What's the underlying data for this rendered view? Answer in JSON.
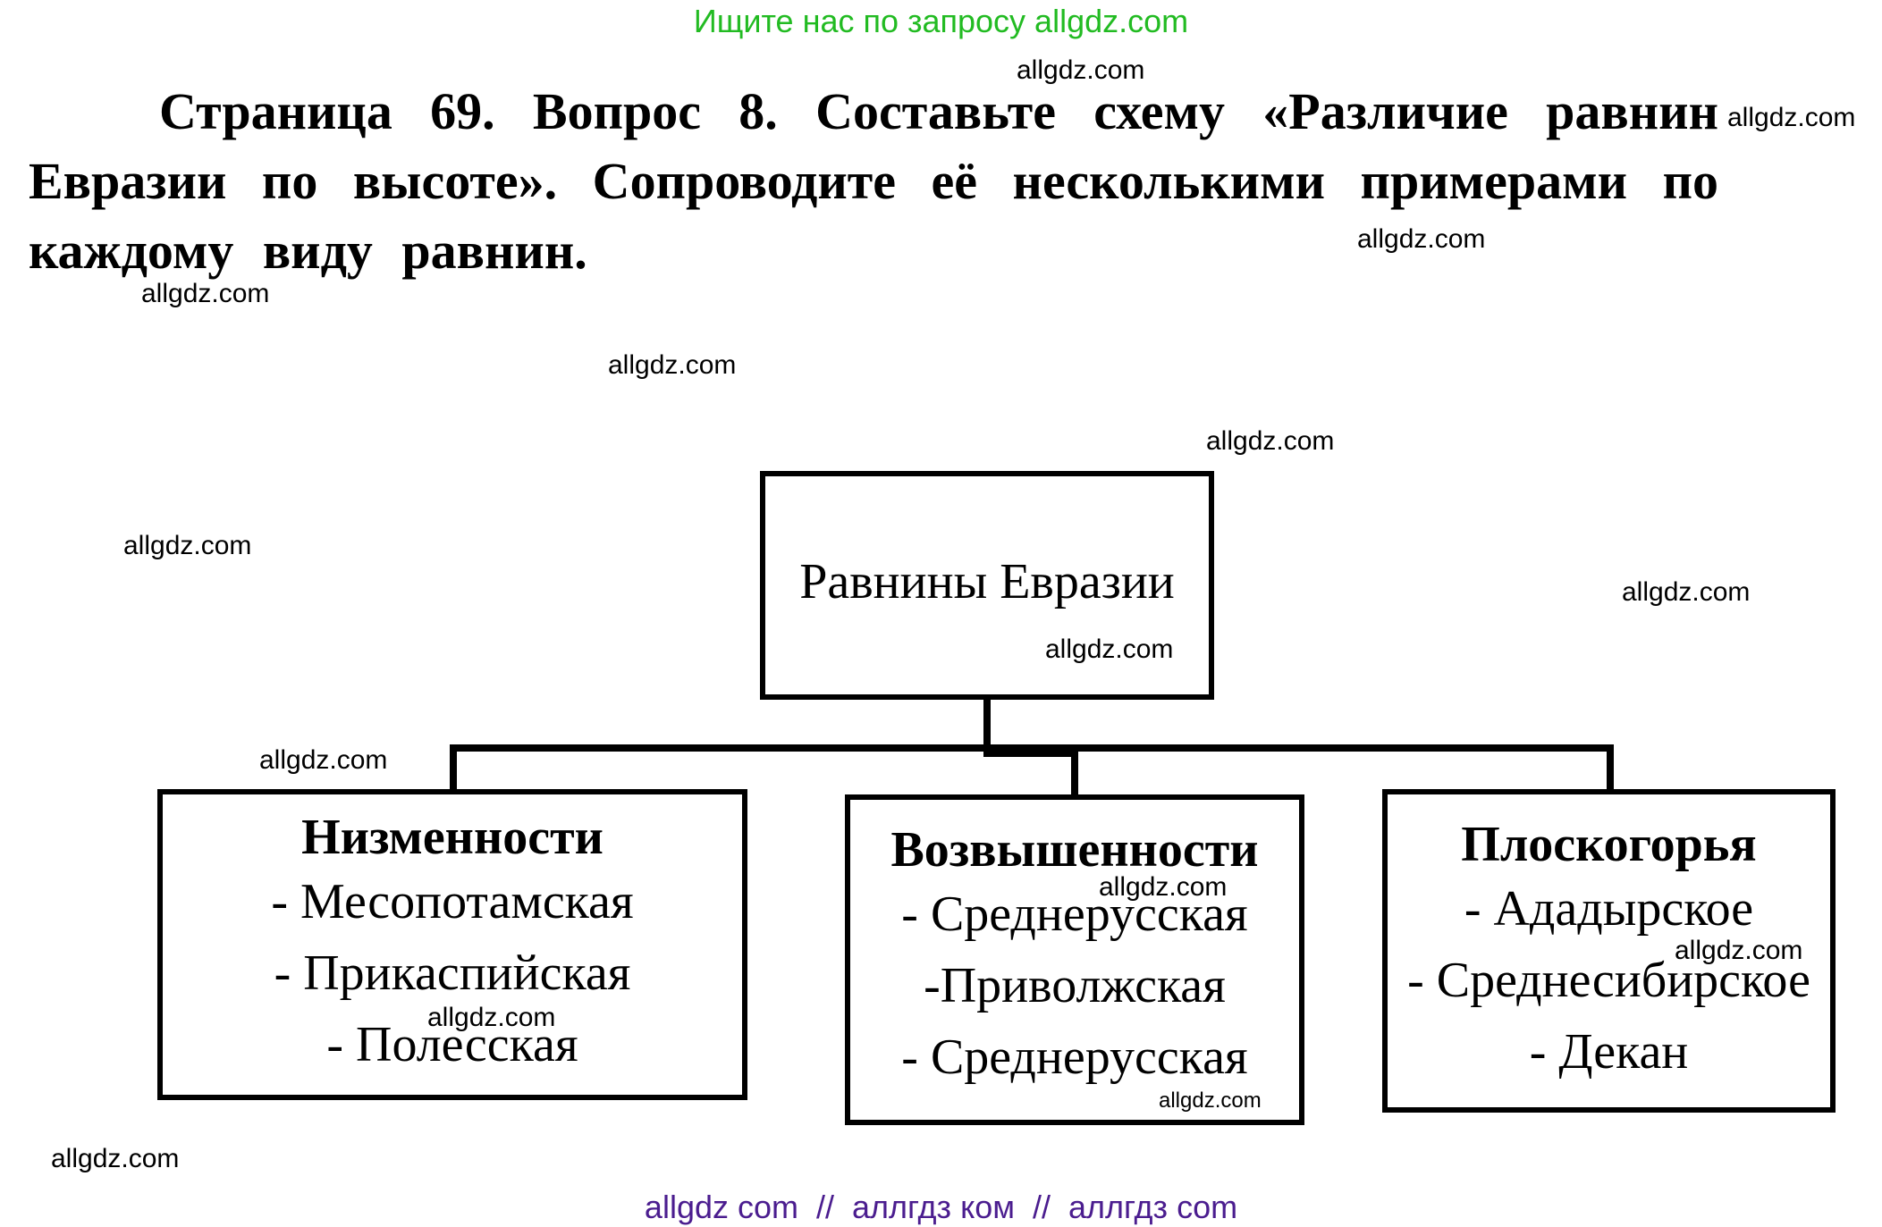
{
  "banner": "Ищите нас по запросу allgdz.com",
  "question": "Страница 69. Вопрос 8. Составьте схему «Различие равнин Евразии по высоте». Сопроводите её несколькими примерами по каждому виду равнин.",
  "diagram": {
    "root": "Равнины Евразии",
    "categories": [
      {
        "title": "Низменности",
        "items": [
          "- Месопотамская",
          "- Прикаспийская",
          "- Полесская"
        ]
      },
      {
        "title": "Возвышенности",
        "items": [
          "- Среднерусская",
          "-Приволжская",
          "- Среднерусская"
        ]
      },
      {
        "title": "Плоскогорья",
        "items": [
          "- Ададырское",
          "- Среднесибирское",
          "- Декан"
        ]
      }
    ]
  },
  "watermark": "allgdz.com",
  "footer": "allgdz com  //  аллгдз ком  //  аллгдз com",
  "colors": {
    "banner": "#22bb22",
    "footer": "#4b1d8f",
    "lines": "#000000"
  }
}
